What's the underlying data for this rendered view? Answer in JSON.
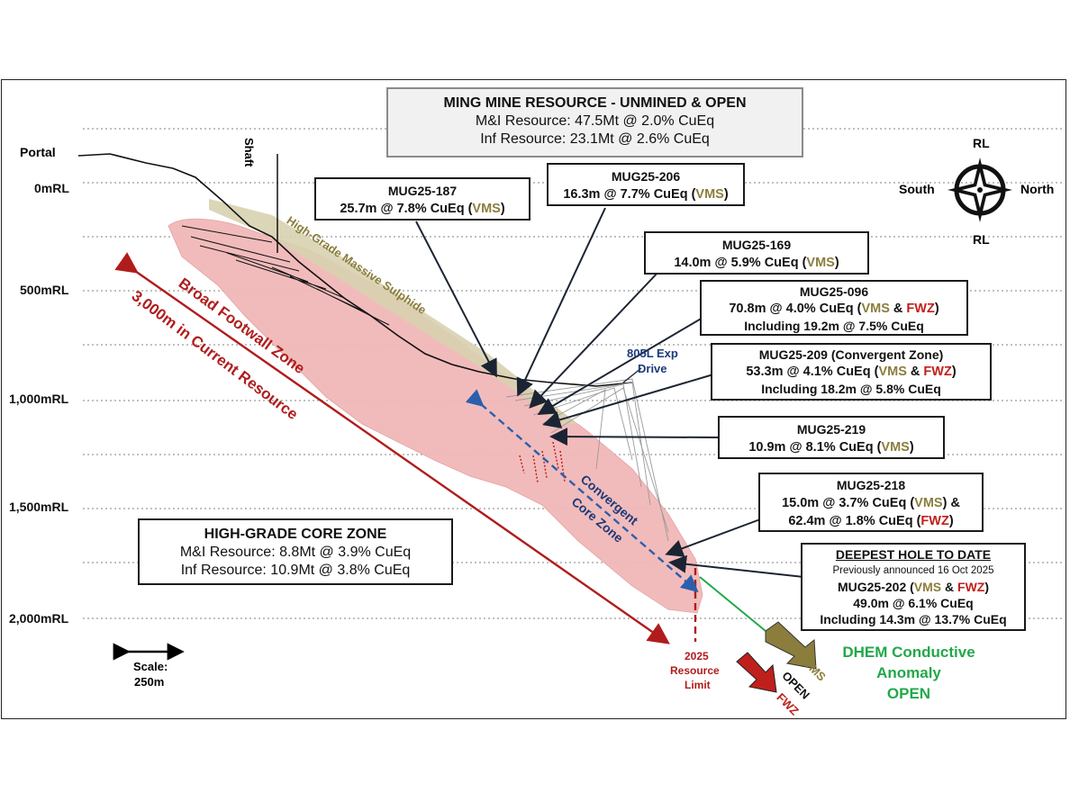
{
  "title_box": {
    "title": "MING MINE RESOURCE - UNMINED & OPEN",
    "line1": "M&I Resource: 47.5Mt @ 2.0% CuEq",
    "line2": "Inf Resource: 23.1Mt @ 2.6% CuEq"
  },
  "core_box": {
    "title": "HIGH-GRADE CORE ZONE",
    "line1": "M&I Resource: 8.8Mt @ 3.9% CuEq",
    "line2": "Inf Resource: 10.9Mt @ 3.8% CuEq"
  },
  "levels": [
    "0mRL",
    "500mRL",
    "1,000mRL",
    "1,500mRL",
    "2,000mRL"
  ],
  "portal_label": "Portal",
  "shaft_label": "Shaft",
  "compass": {
    "north": "North",
    "south": "South",
    "up": "RL",
    "down": "RL"
  },
  "scale": {
    "label": "Scale:",
    "value": "250m"
  },
  "zone_labels": {
    "massive_sulphide": "High-Grade Massive Sulphide",
    "footwall": "Broad Footwall Zone",
    "current_resource": "3,000m in Current Resource",
    "convergent_1": "Convergent",
    "convergent_2": "Core Zone",
    "exp_drive_1": "805L Exp",
    "exp_drive_2": "Drive"
  },
  "resource_limit": [
    "2025",
    "Resource",
    "Limit"
  ],
  "open_labels": {
    "vms": "VMS",
    "open": "OPEN",
    "fwz": "FWZ"
  },
  "dhem": [
    "DHEM Conductive",
    "Anomaly",
    "OPEN"
  ],
  "holes": {
    "h187": {
      "name": "MUG25-187",
      "result": "25.7m @ 7.8% CuEq (",
      "tag": "VMS",
      "close": ")"
    },
    "h206": {
      "name": "MUG25-206",
      "result": "16.3m @ 7.7% CuEq (",
      "tag": "VMS",
      "close": ")"
    },
    "h169": {
      "name": "MUG25-169",
      "result": "14.0m @ 5.9% CuEq (",
      "tag": "VMS",
      "close": ")"
    },
    "h096": {
      "name": "MUG25-096",
      "result": "70.8m @ 4.0% CuEq (",
      "tag1": "VMS",
      "amp": " & ",
      "tag2": "FWZ",
      "close": ")",
      "incl": "Including 19.2m @ 7.5% CuEq"
    },
    "h209": {
      "name": "MUG25-209 (Convergent Zone)",
      "result": "53.3m @ 4.1% CuEq (",
      "tag1": "VMS",
      "amp": " & ",
      "tag2": "FWZ",
      "close": ")",
      "incl": "Including 18.2m @ 5.8% CuEq"
    },
    "h219": {
      "name": "MUG25-219",
      "result": "10.9m @ 8.1% CuEq (",
      "tag": "VMS",
      "close": ")"
    },
    "h218": {
      "name": "MUG25-218",
      "result1": "15.0m @ 3.7% CuEq (",
      "tag1": "VMS",
      "close1": ") &",
      "result2": "62.4m @ 1.8% CuEq (",
      "tag2": "FWZ",
      "close2": ")"
    },
    "h202": {
      "header": "DEEPEST HOLE TO DATE",
      "note": "Previously announced 16 Oct 2025",
      "name": "MUG25-202 (",
      "tag1": "VMS",
      "amp": " & ",
      "tag2": "FWZ",
      "close": ")",
      "result": "49.0m @ 6.1% CuEq",
      "incl": "Including 14.3m @ 13.7% CuEq"
    }
  },
  "colors": {
    "vms": "#8b7d3c",
    "fwz": "#c0201c",
    "resource_body": "#f2b8b8",
    "dhem": "#22a84a",
    "arrow_red": "#b01c1c",
    "convergent": "#2b5fae"
  }
}
